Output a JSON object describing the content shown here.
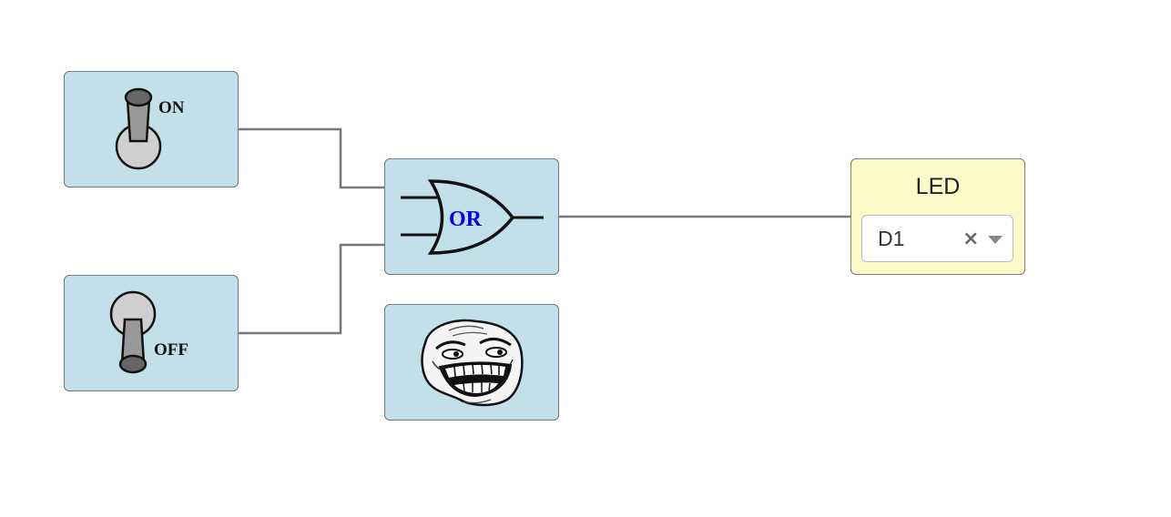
{
  "switches": [
    {
      "id": "switch-on",
      "state": "on",
      "label": "ON"
    },
    {
      "id": "switch-off",
      "state": "off",
      "label": "OFF"
    }
  ],
  "gate": {
    "type": "or-gate-icon",
    "label": "OR",
    "label_color": "#0000e6"
  },
  "troll": {
    "icon": "troll-face-icon"
  },
  "led": {
    "title": "LED",
    "selected": "D1",
    "clear_symbol": "×",
    "background": "#fcfac8"
  },
  "colors": {
    "node_bg": "#c2dfea",
    "wire": "#777777"
  }
}
